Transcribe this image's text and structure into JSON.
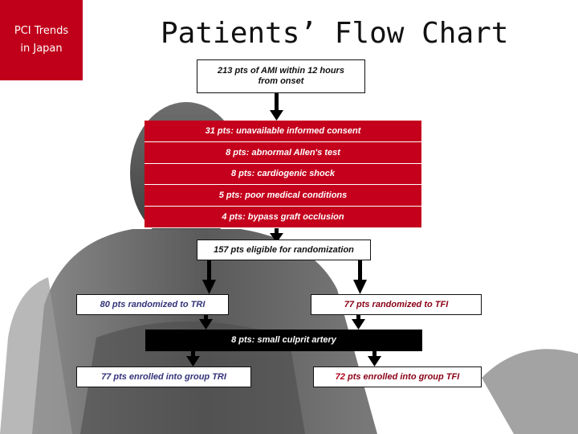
{
  "badge": {
    "line1": "PCI Trends",
    "line2": "in Japan"
  },
  "title": "Patients’ Flow Chart",
  "colors": {
    "accent_red": "#c4001c",
    "box_black": "#000000",
    "text_blue": "#33337a"
  },
  "flow": {
    "start": {
      "line1": "213 pts of AMI within 12 hours",
      "line2": "from onset"
    },
    "exclusions": [
      "31 pts: unavailable informed consent",
      "8 pts: abnormal Allen's test",
      "8 pts: cardiogenic shock",
      "5 pts: poor medical conditions",
      "4 pts: bypass graft occlusion"
    ],
    "eligible": "157 pts eligible for randomization",
    "randomized_tri": "80 pts randomized to TRI",
    "randomized_tfi": "77 pts randomized to TFI",
    "excluded_after": "8 pts: small culprit artery",
    "enrolled_tri": "77 pts enrolled into group TRI",
    "enrolled_tfi_count": "72",
    "enrolled_tfi_rest": " pts enrolled into group TFI"
  }
}
